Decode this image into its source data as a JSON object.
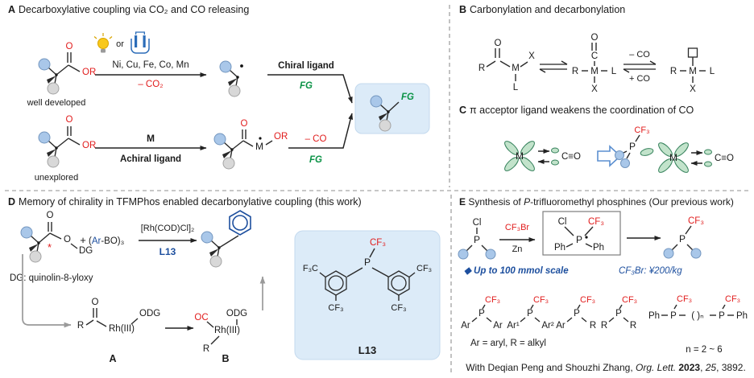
{
  "colors": {
    "red": "#e11d1d",
    "green": "#0c9347",
    "blue": "#1d4f9e",
    "sphere_blue": "#a9c7e9",
    "sphere_gray": "#d8d8d8",
    "highlight_box": "#dcebf8",
    "lobe_green": "#c2e3cb",
    "gray_arrow": "#9a9a9a"
  },
  "atoms": {
    "O": "O",
    "OR": "OR",
    "M": "M",
    "X": "X",
    "L": "L",
    "R": "R",
    "C": "C",
    "P": "P",
    "Cl": "Cl",
    "Ph": "Ph",
    "Ar": "Ar",
    "Ar1": "Ar¹",
    "Ar2": "Ar²",
    "CF3": "CF₃",
    "F3C": "F₃C",
    "CO": "C≡O",
    "OC": "OC",
    "ODG": "ODG",
    "DG": "DG",
    "Rh": "Rh(III)",
    "FG": "FG",
    "star": "*",
    "chain": "( )ₙ"
  },
  "panelA": {
    "tag": "A",
    "title": "Decarboxylative coupling via CO₂ and CO releasing",
    "or": "or",
    "metals": "Ni, Cu, Fe, Co, Mn",
    "minus_co2": "– CO₂",
    "well_developed": "well developed",
    "chiral": "Chiral ligand",
    "m": "M",
    "achiral": "Achiral ligand",
    "unexplored": "unexplored",
    "minus_co": "– CO"
  },
  "panelB": {
    "tag": "B",
    "title": "Carbonylation and decarbonylation",
    "minus_co": "– CO",
    "plus_co": "+ CO"
  },
  "panelC": {
    "tag": "C",
    "title": "π acceptor ligand weakens the coordination of CO"
  },
  "panelD": {
    "tag": "D",
    "title": "Memory of chirality in TFMPhos enabled decarbonylative coupling  (this work)",
    "plus": "+",
    "b_open": "(",
    "b_close": "-BO)₃",
    "cat": "[Rh(COD)Cl]₂",
    "l13": "L13",
    "dg_note": "DG: quinolin-8-yloxy",
    "a": "A",
    "b": "B"
  },
  "panelE": {
    "tag": "E",
    "t1": " Synthesis of ",
    "t2": "P",
    "t3": "-trifluoromethyl phosphines  (Our previous work)",
    "cf3br": "CF₃Br",
    "zn": "Zn",
    "scale": "◆ Up to 100 mmol scale",
    "price": "CF₃Br: ¥200/kg",
    "legend": "Ar = aryl, R = alkyl",
    "n_range": "n = 2 ~ 6",
    "f1": "With Deqian Peng and Shouzhi Zhang, ",
    "f2": "Org. Lett. ",
    "f3": "2023",
    "f4": ", ",
    "f5": "25",
    "f6": ", 3892."
  }
}
